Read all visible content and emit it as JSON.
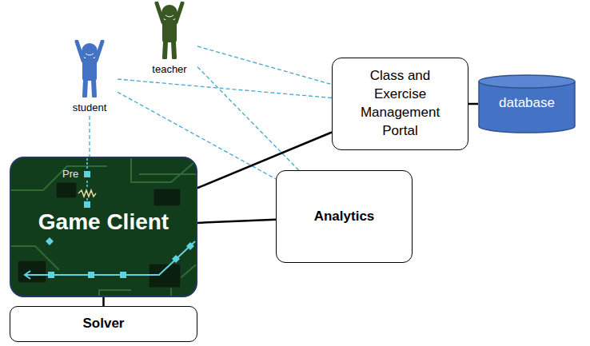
{
  "diagram": {
    "nodes": [
      {
        "text": [
          "teacher"
        ]
      },
      {
        "text": [
          "student"
        ]
      },
      {
        "text": [
          "Class and Exercise Management Portal"
        ]
      },
      {
        "text": [
          "database"
        ]
      },
      {
        "text": [
          "Game Client"
        ]
      },
      {
        "text": [
          "Analytics"
        ]
      },
      {
        "text": [
          "Solver"
        ]
      }
    ],
    "edges": [
      {
        "from": 0,
        "to": 2,
        "arrow": "none"
      },
      {
        "from": 0,
        "to": 5,
        "arrow": "none"
      },
      {
        "from": 1,
        "to": 2,
        "arrow": "none"
      },
      {
        "from": 1,
        "to": 5,
        "arrow": "none"
      },
      {
        "from": 1,
        "to": 4,
        "arrow": "none"
      },
      {
        "from": 2,
        "to": 3,
        "arrow": "none"
      },
      {
        "from": 4,
        "to": 2,
        "arrow": "none"
      },
      {
        "from": 4,
        "to": 5,
        "arrow": "none"
      },
      {
        "from": 4,
        "to": 6,
        "arrow": "none"
      }
    ],
    "labels": [
      "Pre"
    ]
  }
}
